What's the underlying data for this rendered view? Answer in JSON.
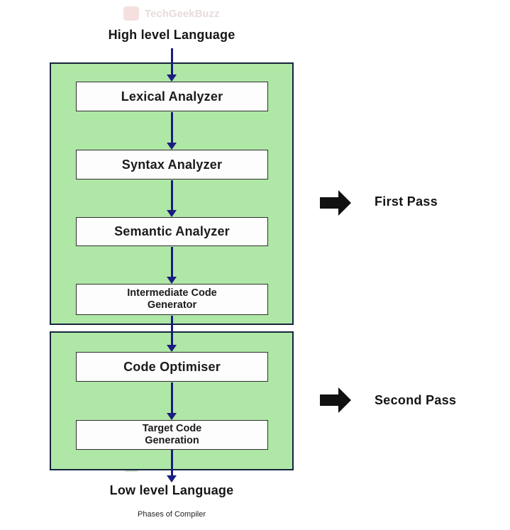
{
  "page": {
    "title_top": "High level Language",
    "title_bottom": "Low level Language",
    "caption": "Phases of Compiler"
  },
  "watermark": {
    "text": "TechGeekBuzz"
  },
  "passes": [
    {
      "label": "First Pass",
      "stages": [
        "Lexical Analyzer",
        "Syntax Analyzer",
        "Semantic Analyzer",
        "Intermediate Code Generator"
      ]
    },
    {
      "label": "Second Pass",
      "stages": [
        "Code Optimiser",
        "Target Code Generation"
      ]
    }
  ],
  "colors": {
    "panel_green": "#afe7a6",
    "panel_border": "#16243d",
    "arrow_blue": "#1a1d80",
    "arrow_black": "#111111",
    "text_dark": "#1b1b1b"
  }
}
